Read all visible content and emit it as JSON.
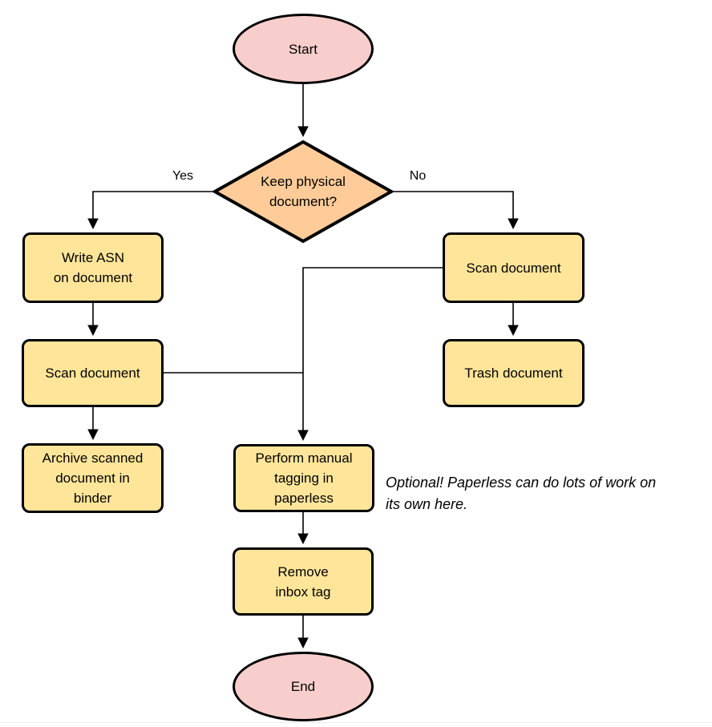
{
  "diagram": {
    "type": "flowchart",
    "background": "#ffffff",
    "colors": {
      "terminator_fill": "#f8cecc",
      "decision_fill": "#ffcc99",
      "process_fill": "#ffe599",
      "stroke": "#000000",
      "text": "#000000",
      "footer_divider": "#ececec"
    },
    "nodes": {
      "start": {
        "label": "Start",
        "shape": "ellipse"
      },
      "decision": {
        "label": "Keep physical\ndocument?",
        "shape": "diamond"
      },
      "write_asn": {
        "label": "Write ASN\non document",
        "shape": "process"
      },
      "scan_left": {
        "label": "Scan document",
        "shape": "process"
      },
      "archive": {
        "label": "Archive scanned\ndocument in\nbinder",
        "shape": "process"
      },
      "scan_right": {
        "label": "Scan document",
        "shape": "process"
      },
      "trash": {
        "label": "Trash document",
        "shape": "process"
      },
      "tagging": {
        "label": "Perform manual\ntagging in\npaperless",
        "shape": "process"
      },
      "remove_inbox": {
        "label": "Remove\ninbox tag",
        "shape": "process"
      },
      "end": {
        "label": "End",
        "shape": "ellipse"
      }
    },
    "edge_labels": {
      "yes": "Yes",
      "no": "No"
    },
    "edges": [
      {
        "from": "start",
        "to": "decision",
        "label": ""
      },
      {
        "from": "decision",
        "to": "write_asn",
        "label": "Yes"
      },
      {
        "from": "decision",
        "to": "scan_right",
        "label": "No"
      },
      {
        "from": "write_asn",
        "to": "scan_left",
        "label": ""
      },
      {
        "from": "scan_left",
        "to": "archive",
        "label": ""
      },
      {
        "from": "scan_left",
        "to": "tagging",
        "label": ""
      },
      {
        "from": "scan_right",
        "to": "tagging",
        "label": ""
      },
      {
        "from": "scan_right",
        "to": "trash",
        "label": ""
      },
      {
        "from": "tagging",
        "to": "remove_inbox",
        "label": ""
      },
      {
        "from": "remove_inbox",
        "to": "end",
        "label": ""
      }
    ],
    "annotation": "Optional! Paperless can do lots of work on\nits own here."
  }
}
